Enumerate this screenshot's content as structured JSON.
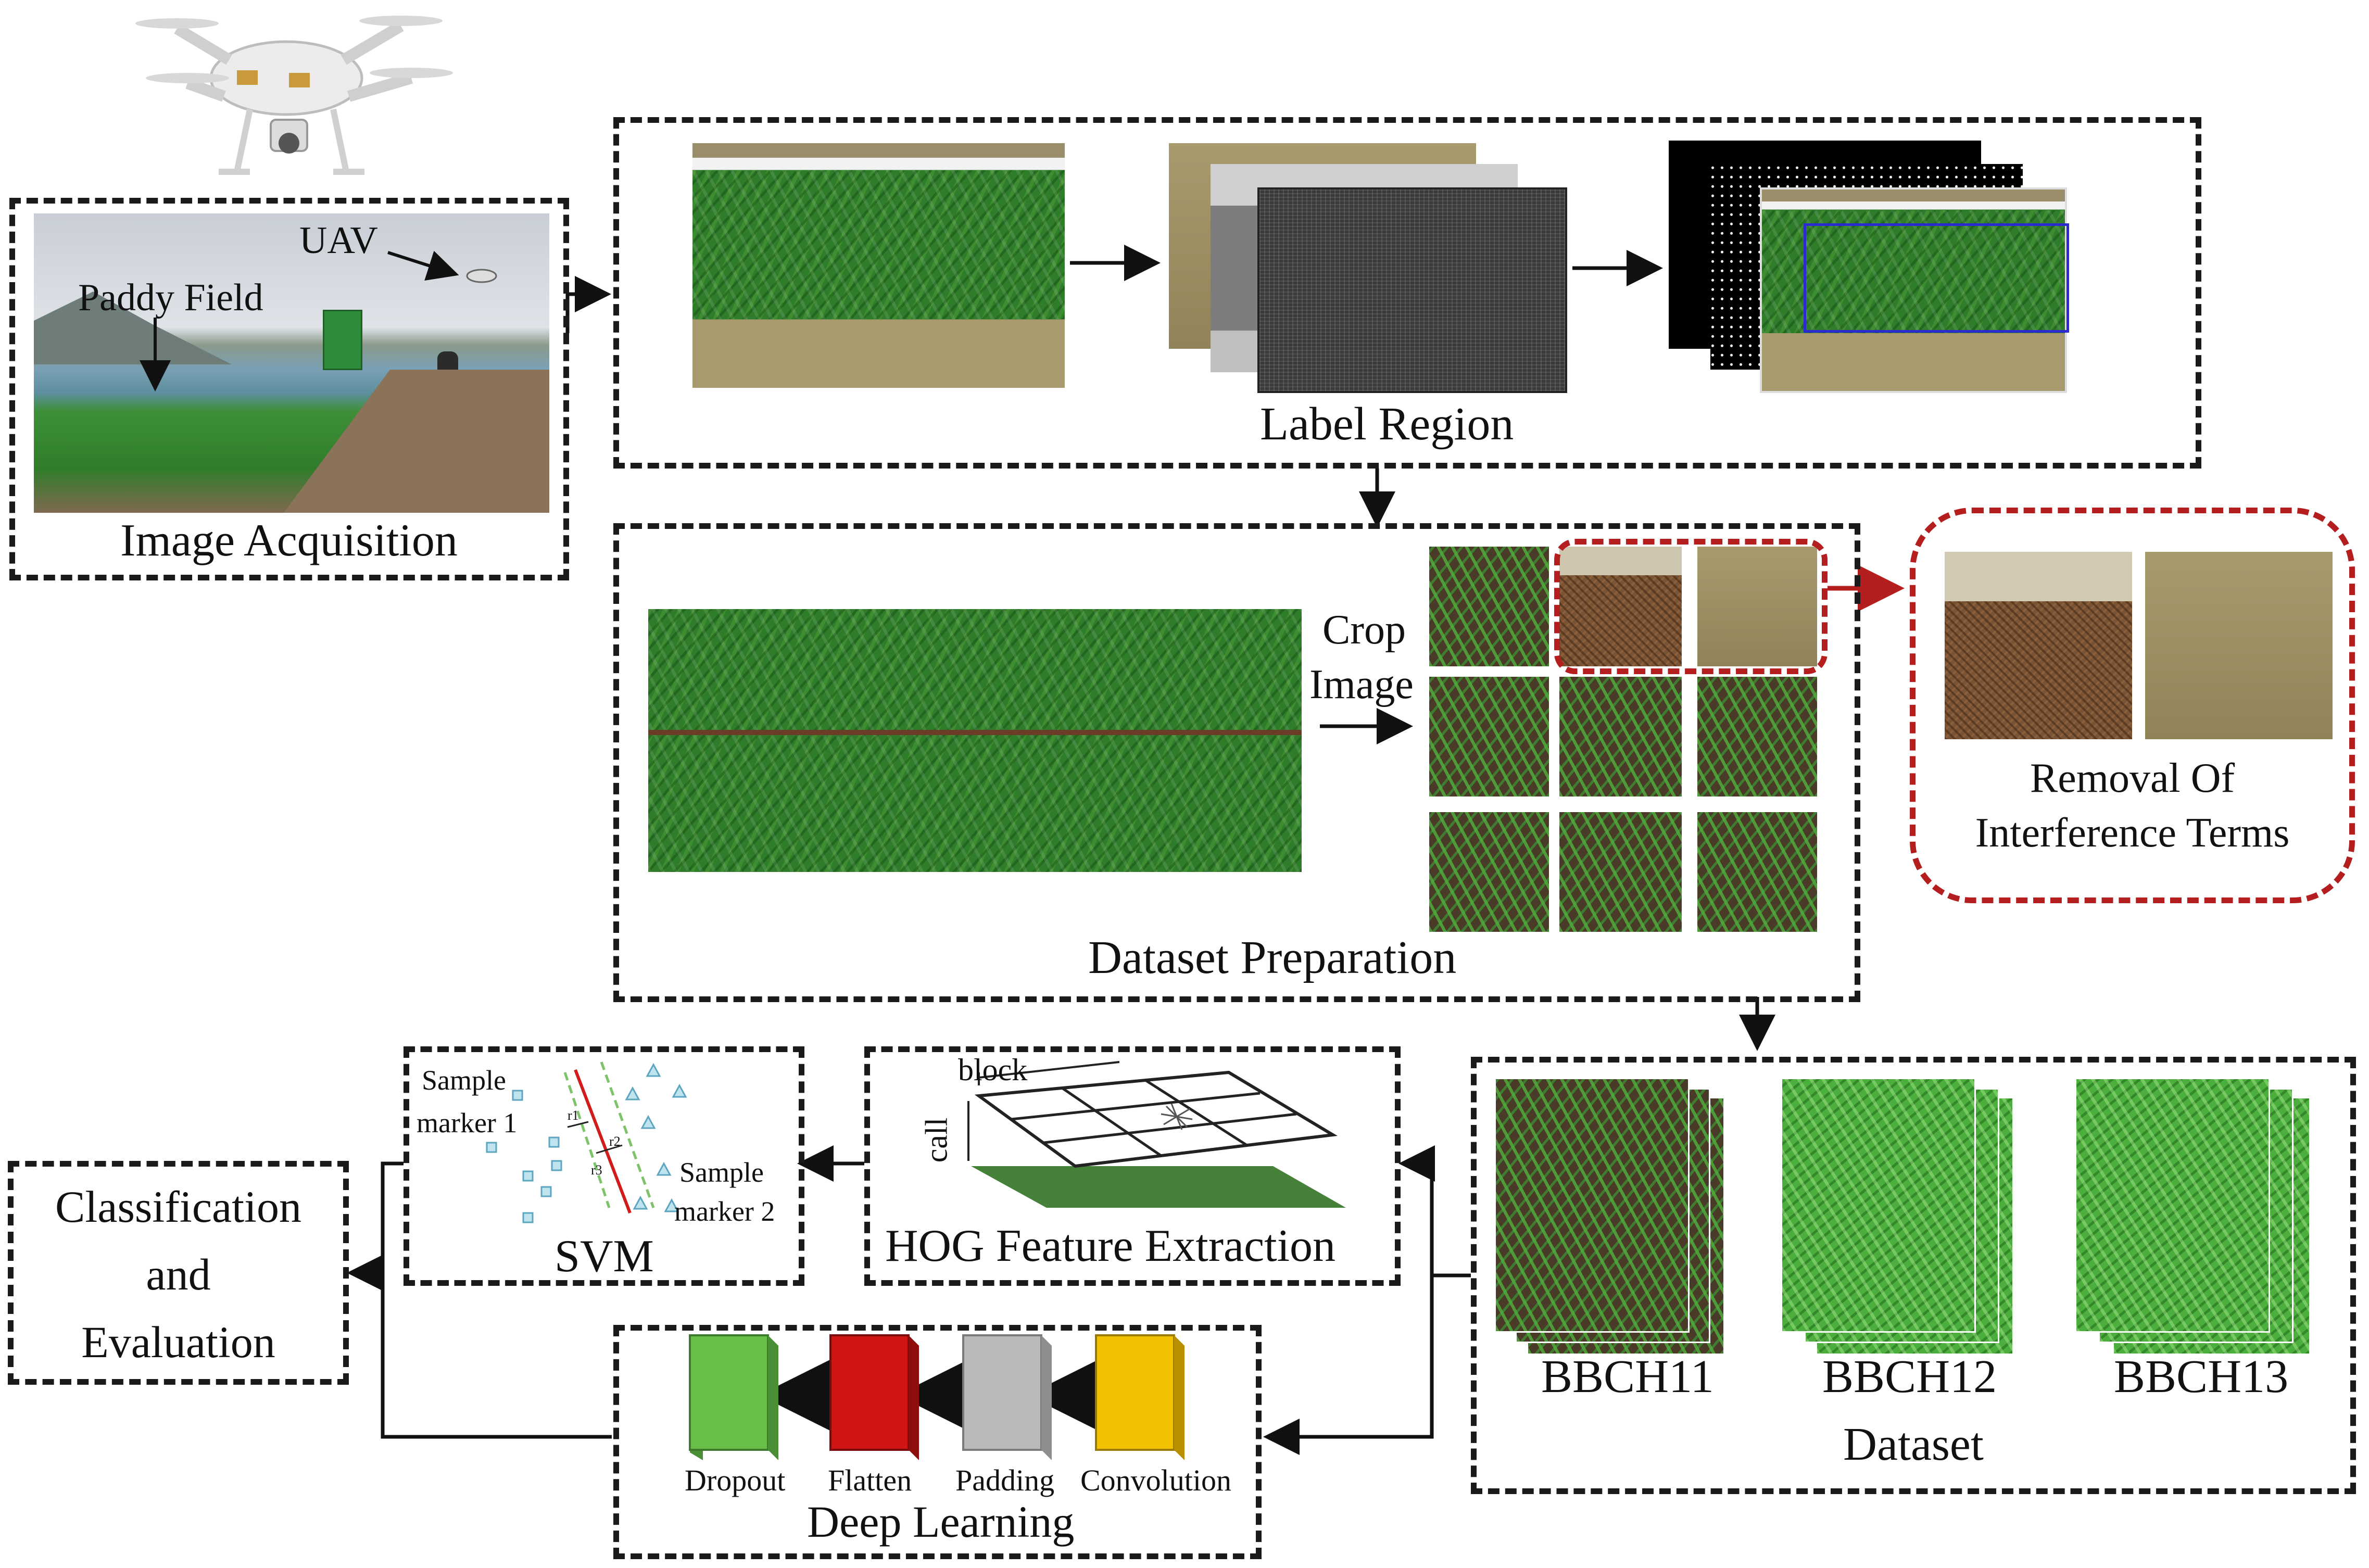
{
  "image_acquisition": {
    "title": "Image Acquisition",
    "uav_label": "UAV",
    "field_label": "Paddy Field"
  },
  "label_region": {
    "title": "Label Region"
  },
  "dataset_preparation": {
    "title": "Dataset Preparation",
    "crop_line1": "Crop",
    "crop_line2": "Image"
  },
  "removal": {
    "line1": "Removal Of",
    "line2": "Interference Terms"
  },
  "dataset": {
    "title": "Dataset",
    "classes": [
      "BBCH11",
      "BBCH12",
      "BBCH13"
    ]
  },
  "hog": {
    "title": "HOG Feature Extraction",
    "block_label": "block",
    "cell_label": "call"
  },
  "svm": {
    "title": "SVM",
    "sample1_line1": "Sample",
    "sample1_line2": "marker 1",
    "sample2_line1": "Sample",
    "sample2_line2": "marker 2",
    "r1": "r1",
    "r2": "r2",
    "r3": "r3"
  },
  "deep_learning": {
    "title": "Deep Learning",
    "layers": [
      "Dropout",
      "Flatten",
      "Padding",
      "Convolution"
    ],
    "layer_colors": [
      "#6abf4b",
      "#d11414",
      "#b9b9b9",
      "#f2c200"
    ]
  },
  "classification": {
    "line1": "Classification",
    "line2": "and",
    "line3": "Evaluation"
  }
}
